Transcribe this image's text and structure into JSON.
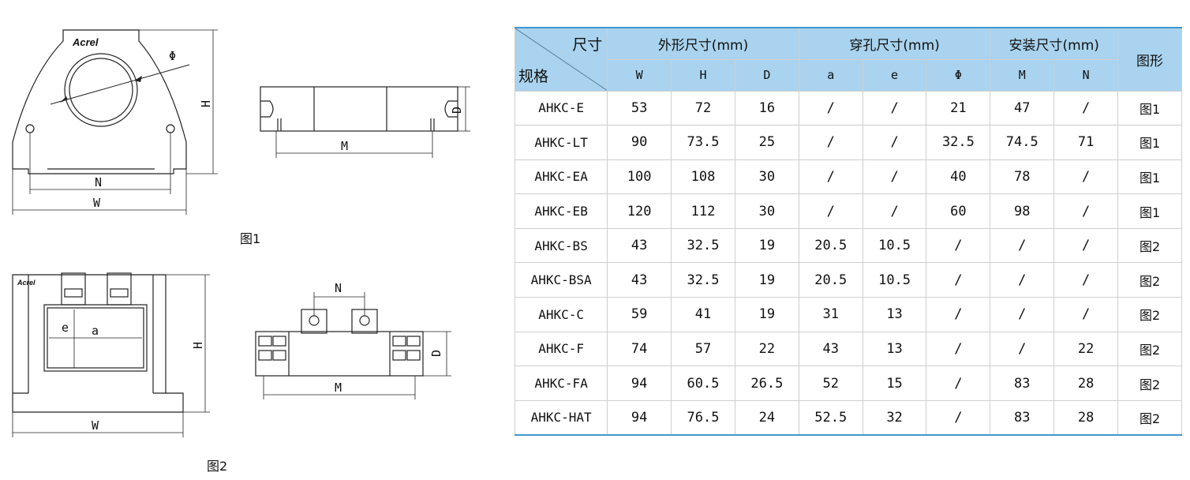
{
  "figures": {
    "fig1": {
      "caption": "图1",
      "logo": "Acrel",
      "labels": {
        "phi": "Φ",
        "H": "H",
        "N": "N",
        "W": "W",
        "D": "D",
        "M": "M"
      }
    },
    "fig2": {
      "caption": "图2",
      "logo": "Acrel",
      "labels": {
        "e": "e",
        "a": "a",
        "H": "H",
        "W": "W",
        "N": "N",
        "D": "D",
        "M": "M"
      }
    }
  },
  "table": {
    "corner_top": "尺寸",
    "corner_bottom": "规格",
    "groups": [
      {
        "label": "外形尺寸(mm)"
      },
      {
        "label": "穿孔尺寸(mm)"
      },
      {
        "label": "安装尺寸(mm)"
      }
    ],
    "figure_header": "图形",
    "sub_headers": [
      "W",
      "H",
      "D",
      "a",
      "e",
      "Φ",
      "M",
      "N"
    ],
    "rows": [
      {
        "model": "AHKC-E",
        "cells": [
          "53",
          "72",
          "16",
          "/",
          "/",
          "21",
          "47",
          "/"
        ],
        "fig": "图1"
      },
      {
        "model": "AHKC-LT",
        "cells": [
          "90",
          "73.5",
          "25",
          "/",
          "/",
          "32.5",
          "74.5",
          "71"
        ],
        "fig": "图1"
      },
      {
        "model": "AHKC-EA",
        "cells": [
          "100",
          "108",
          "30",
          "/",
          "/",
          "40",
          "78",
          "/"
        ],
        "fig": "图1"
      },
      {
        "model": "AHKC-EB",
        "cells": [
          "120",
          "112",
          "30",
          "/",
          "/",
          "60",
          "98",
          "/"
        ],
        "fig": "图1"
      },
      {
        "model": "AHKC-BS",
        "cells": [
          "43",
          "32.5",
          "19",
          "20.5",
          "10.5",
          "/",
          "/",
          "/"
        ],
        "fig": "图2"
      },
      {
        "model": "AHKC-BSA",
        "cells": [
          "43",
          "32.5",
          "19",
          "20.5",
          "10.5",
          "/",
          "/",
          "/"
        ],
        "fig": "图2"
      },
      {
        "model": "AHKC-C",
        "cells": [
          "59",
          "41",
          "19",
          "31",
          "13",
          "/",
          "/",
          "/"
        ],
        "fig": "图2"
      },
      {
        "model": "AHKC-F",
        "cells": [
          "74",
          "57",
          "22",
          "43",
          "13",
          "/",
          "/",
          "22"
        ],
        "fig": "图2"
      },
      {
        "model": "AHKC-FA",
        "cells": [
          "94",
          "60.5",
          "26.5",
          "52",
          "15",
          "/",
          "83",
          "28"
        ],
        "fig": "图2"
      },
      {
        "model": "AHKC-HAT",
        "cells": [
          "94",
          "76.5",
          "24",
          "52.5",
          "32",
          "/",
          "83",
          "28"
        ],
        "fig": "图2"
      }
    ]
  }
}
